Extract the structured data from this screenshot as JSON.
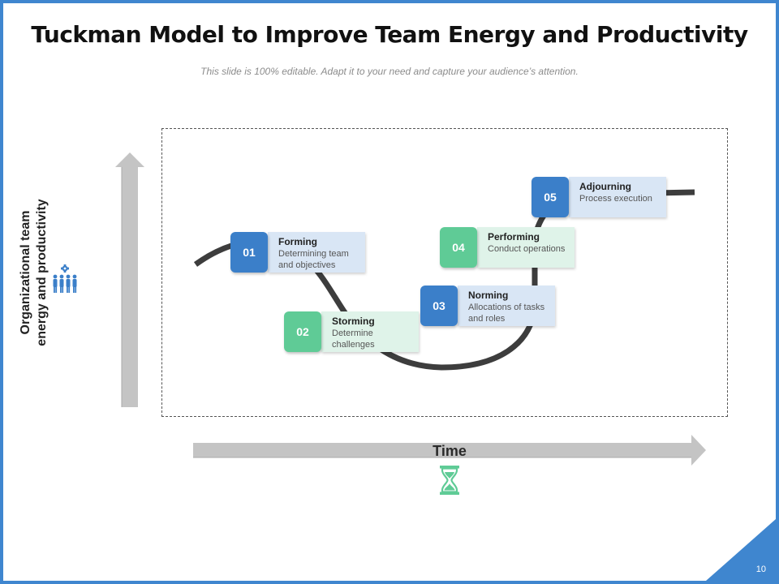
{
  "title": "Tuckman Model to Improve Team Energy and Productivity",
  "subtitle": "This slide is 100% editable. Adapt it to your need and capture your audience’s attention.",
  "axes": {
    "y_label_line1": "Organizational team",
    "y_label_line2": "energy and productivity",
    "x_label": "Time"
  },
  "stages": [
    {
      "number": "01",
      "name": "Forming",
      "description": "Determining team and objectives",
      "color": "#3b7fc9"
    },
    {
      "number": "02",
      "name": "Storming",
      "description": "Determine challenges",
      "color": "#5fcb96"
    },
    {
      "number": "03",
      "name": "Norming",
      "description": "Allocations of tasks and roles",
      "color": "#3b7fc9"
    },
    {
      "number": "04",
      "name": "Performing",
      "description": "Conduct operations",
      "color": "#5fcb96"
    },
    {
      "number": "05",
      "name": "Adjourning",
      "description": "Process execution",
      "color": "#3b7fc9"
    }
  ],
  "page_number": "10",
  "colors": {
    "border": "#3f86cf",
    "curve": "#3d3d3d",
    "axis_arrow": "#c4c4c4",
    "icon": "#3b7fc9",
    "hourglass": "#5fcb96"
  },
  "icons": {
    "people": "people-group-icon",
    "hourglass": "hourglass-icon"
  }
}
